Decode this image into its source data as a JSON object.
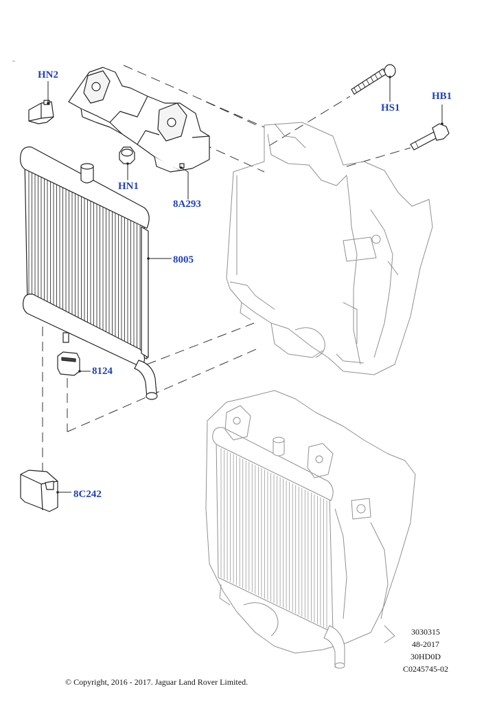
{
  "callouts": {
    "hn2": "HN2",
    "hn1": "HN1",
    "hs1": "HS1",
    "hb1": "HB1",
    "p8a293": "8A293",
    "p8005": "8005",
    "p8124": "8124",
    "p8c242": "8C242"
  },
  "reference": {
    "line1": "3030315",
    "line2": "48-2017",
    "line3": "30HD0D",
    "line4": "C0245745-02"
  },
  "copyright": "© Copyright, 2016 - 2017. Jaguar Land Rover Limited.",
  "colors": {
    "callout": "#1f3fbf",
    "line": "#222222",
    "ghost": "#9a9a9a"
  }
}
